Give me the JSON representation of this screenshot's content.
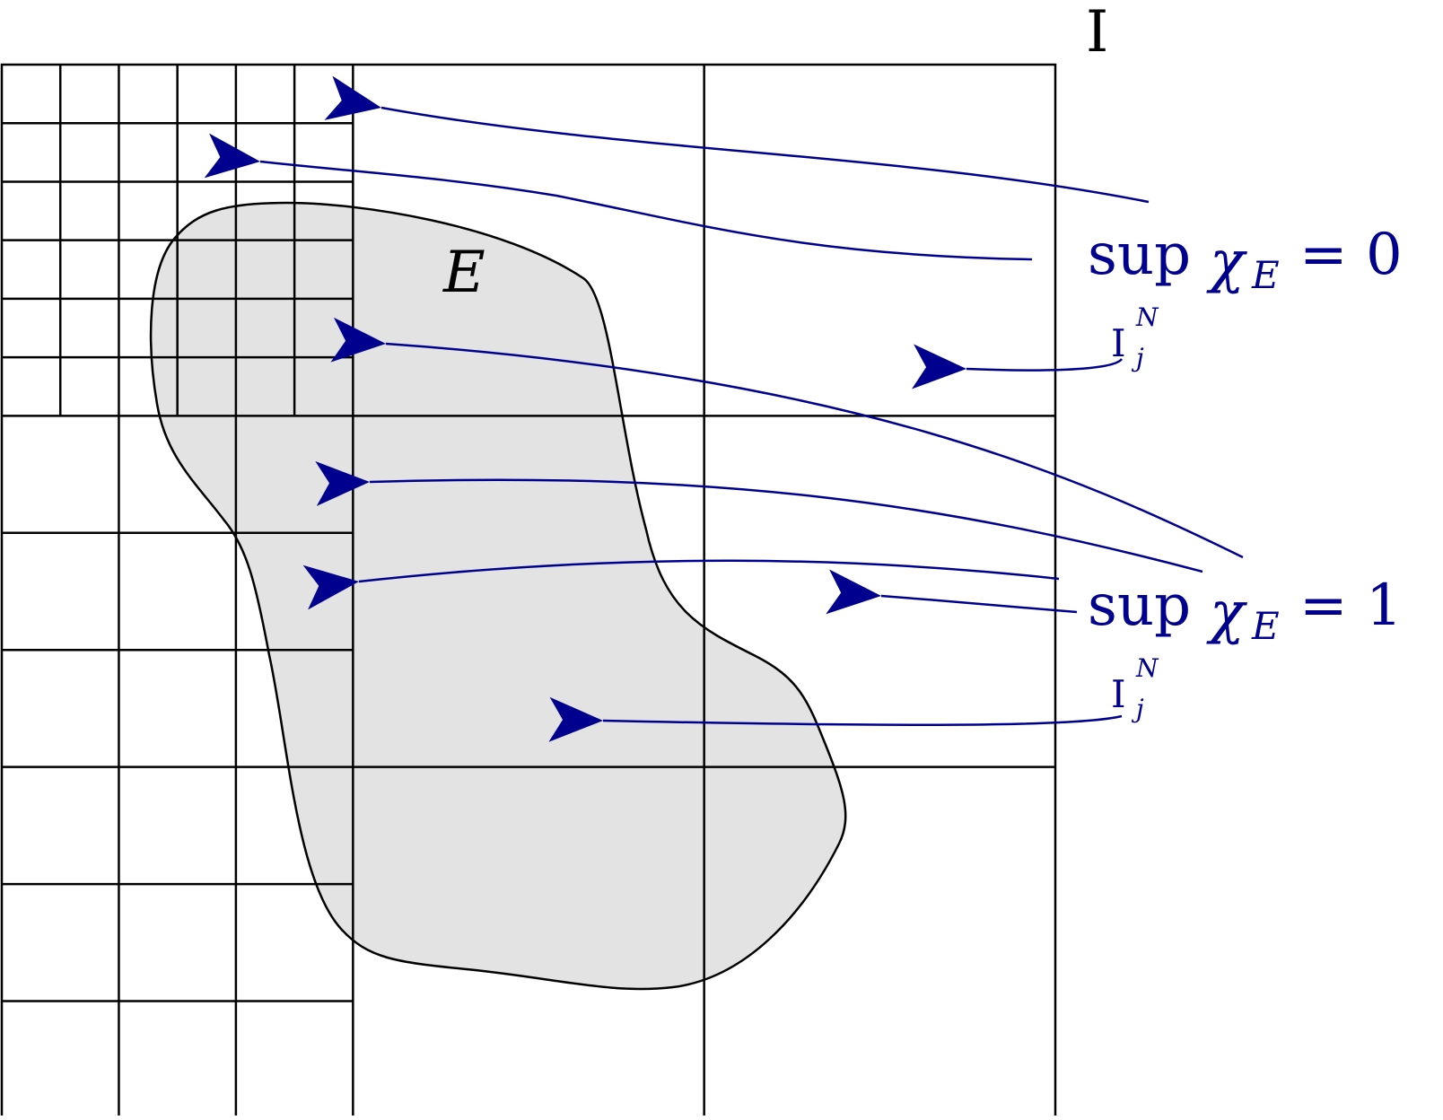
{
  "diagram": {
    "outer_label": "I",
    "set_label": "E",
    "label_zero": {
      "op": "sup",
      "sub": "I",
      "sub_sub": "j",
      "sub_sup": "N",
      "chi": "χ",
      "chi_sub": "E",
      "rhs": "= 0"
    },
    "label_one": {
      "op": "sup",
      "sub": "I",
      "sub_sub": "j",
      "sub_sup": "N",
      "chi": "χ",
      "chi_sub": "E",
      "rhs": "= 1"
    },
    "colors": {
      "grid": "#000000",
      "set_fill": "#e3e3e3",
      "arrow": "#00008f"
    }
  }
}
